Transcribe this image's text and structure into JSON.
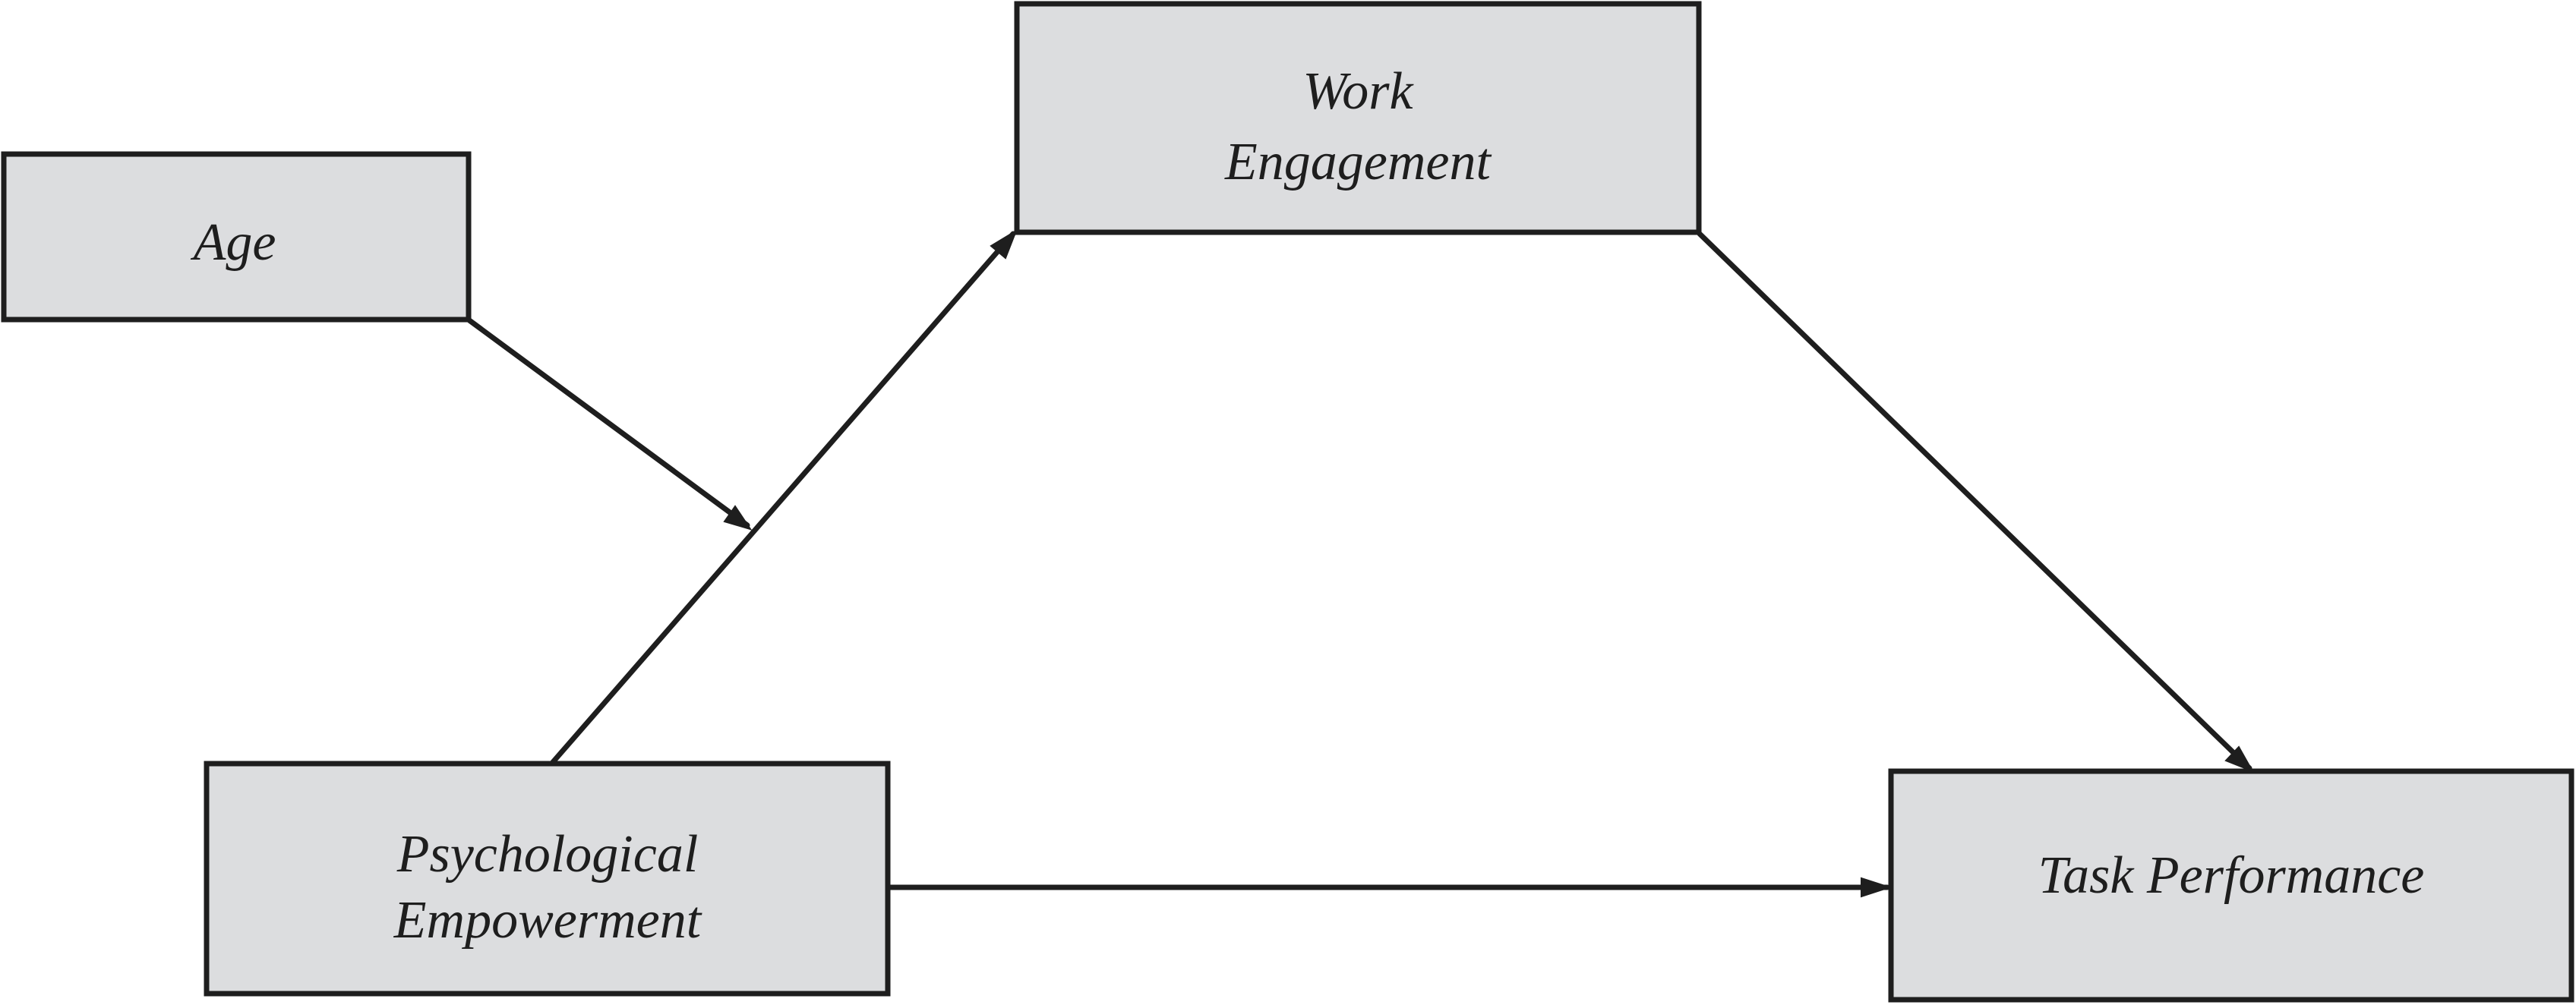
{
  "diagram": {
    "colors": {
      "box_fill": "#dcdddf",
      "stroke": "#1e1e1e",
      "background": "#ffffff"
    },
    "nodes": {
      "age": {
        "lines": [
          "Age"
        ]
      },
      "work_engagement": {
        "lines": [
          "Work",
          "Engagement"
        ]
      },
      "psychological_empowerment": {
        "lines": [
          "Psychological",
          "Empowerment"
        ]
      },
      "task_performance": {
        "lines": [
          "Task Performance"
        ]
      }
    },
    "edges": [
      {
        "from": "age",
        "to": "psychological_empowerment->work_engagement",
        "kind": "moderation"
      },
      {
        "from": "psychological_empowerment",
        "to": "work_engagement"
      },
      {
        "from": "work_engagement",
        "to": "task_performance"
      },
      {
        "from": "psychological_empowerment",
        "to": "task_performance"
      }
    ]
  }
}
